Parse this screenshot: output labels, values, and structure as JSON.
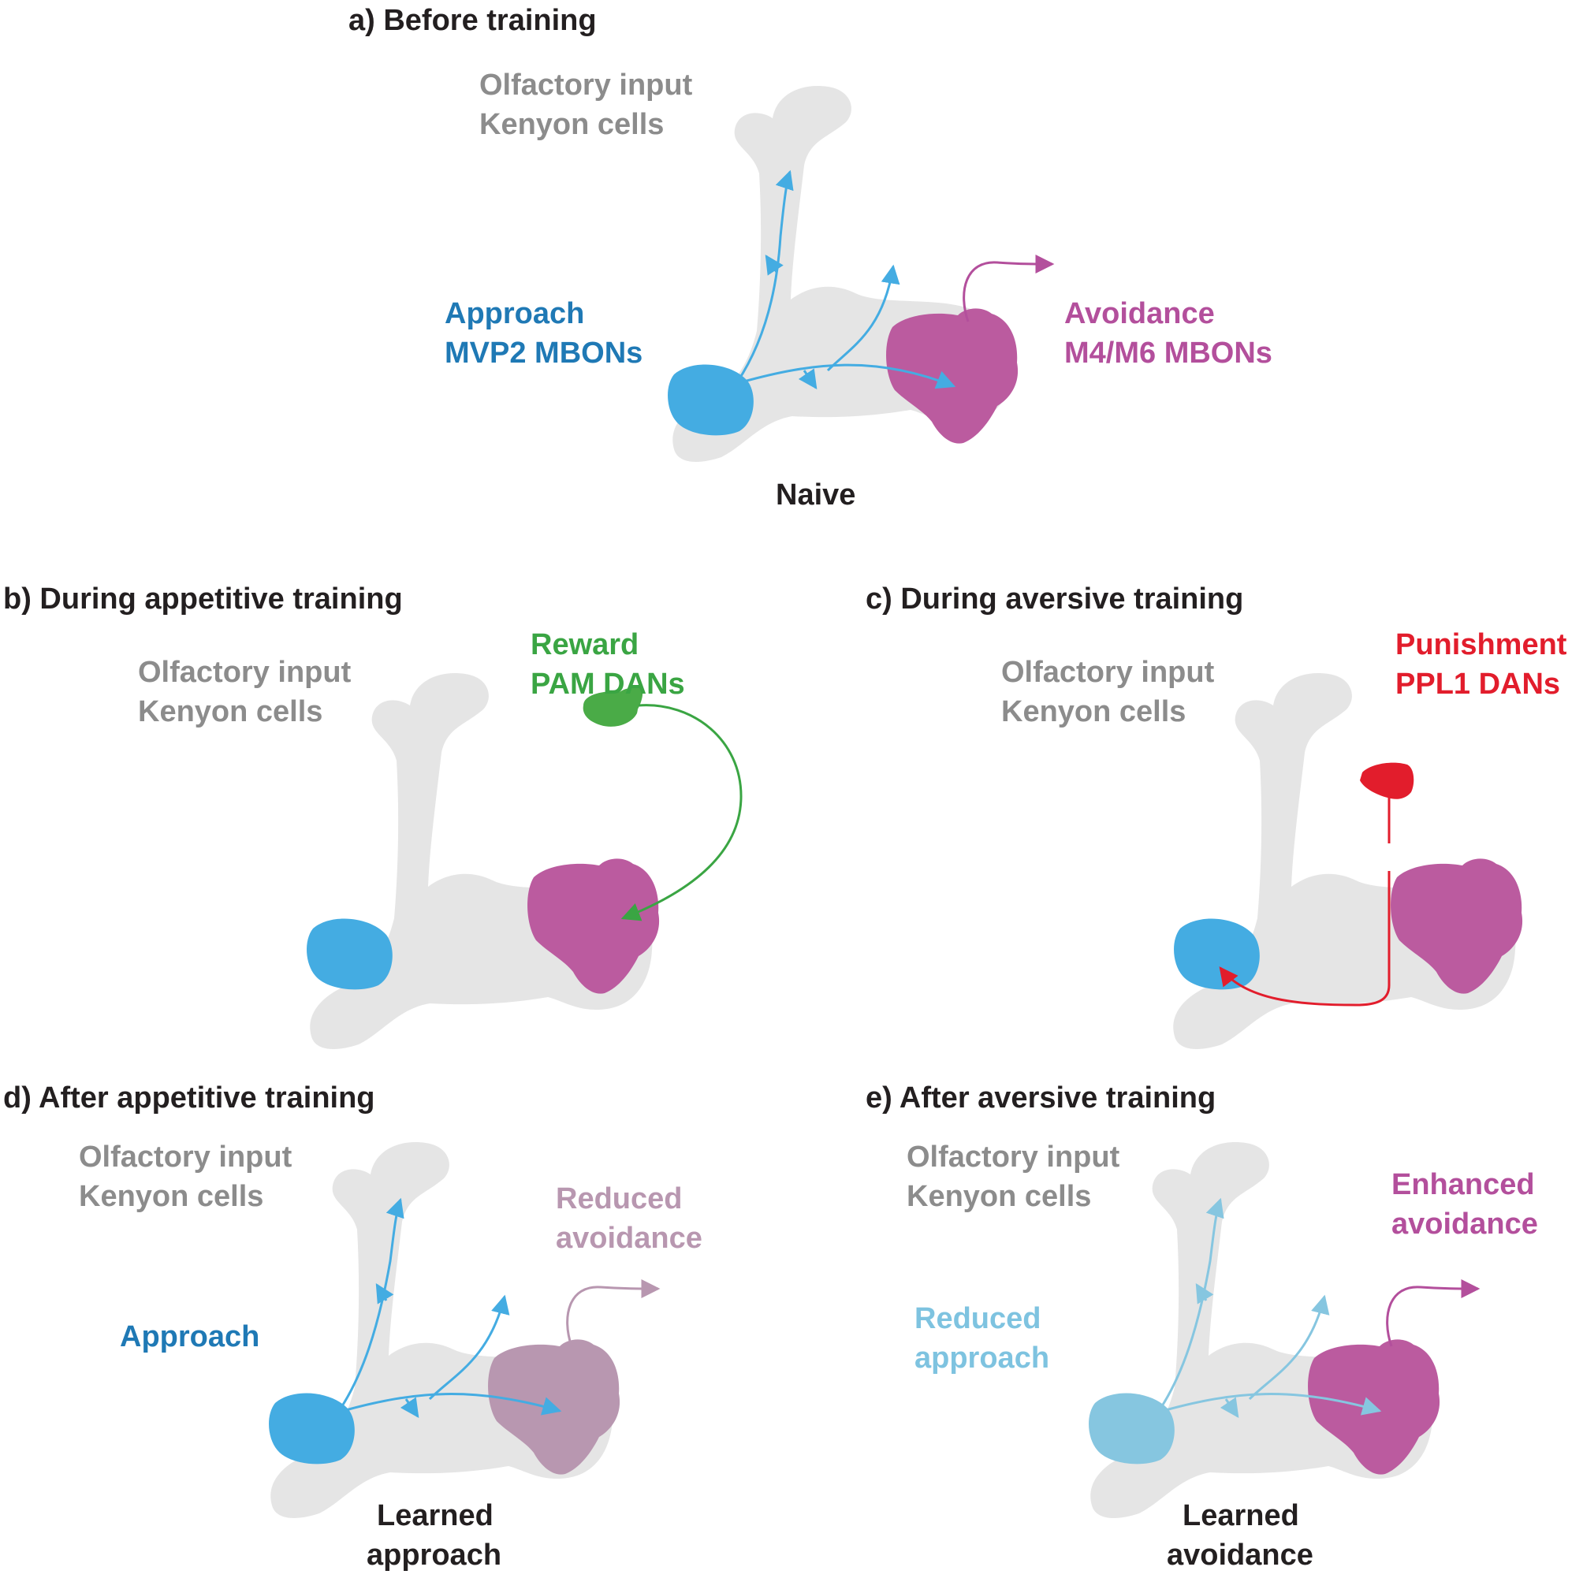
{
  "colors": {
    "mushroom_body": "#e5e5e5",
    "approach_mbon": "#44ace2",
    "reduced_approach_mbon": "#86c6e0",
    "avoidance_mbon": "#bb5b9f",
    "reduced_avoidance_mbon": "#b897b0",
    "reward_dan": "#4aab47",
    "punishment_dan": "#e21d2c",
    "text_dark": "#231f20",
    "text_gray": "#8c8c8c"
  },
  "panel_a": {
    "title": "a) Before training",
    "kc_line1": "Olfactory input",
    "kc_line2": "Kenyon cells",
    "approach_line1": "Approach",
    "approach_line2": "MVP2 MBONs",
    "avoid_line1": "Avoidance",
    "avoid_line2": "M4/M6 MBONs",
    "caption": "Naive"
  },
  "panel_b": {
    "title": "b) During appetitive training",
    "kc_line1": "Olfactory input",
    "kc_line2": "Kenyon cells",
    "dan_line1": "Reward",
    "dan_line2": "PAM DANs"
  },
  "panel_c": {
    "title": "c) During aversive training",
    "kc_line1": "Olfactory input",
    "kc_line2": "Kenyon cells",
    "dan_line1": "Punishment",
    "dan_line2": "PPL1 DANs"
  },
  "panel_d": {
    "title": "d) After appetitive training",
    "kc_line1": "Olfactory input",
    "kc_line2": "Kenyon cells",
    "approach_line1": "Approach",
    "avoid_line1": "Reduced",
    "avoid_line2": "avoidance",
    "caption_line1": "Learned",
    "caption_line2": "approach"
  },
  "panel_e": {
    "title": "e) After aversive training",
    "kc_line1": "Olfactory input",
    "kc_line2": "Kenyon cells",
    "approach_line1": "Reduced",
    "approach_line2": "approach",
    "avoid_line1": "Enhanced",
    "avoid_line2": "avoidance",
    "caption_line1": "Learned",
    "caption_line2": "avoidance"
  }
}
